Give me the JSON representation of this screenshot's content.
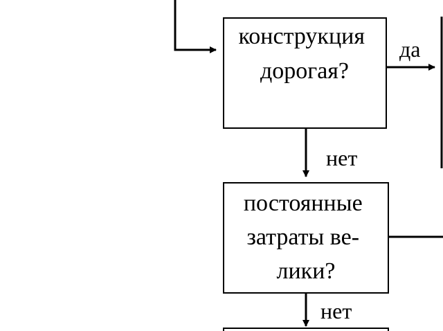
{
  "colors": {
    "line": "#000000",
    "background": "#ffffff"
  },
  "nodes": [
    {
      "id": "decision-expensive",
      "lines": [
        "конструкция",
        "дорогая?"
      ]
    },
    {
      "id": "decision-fixed-costs",
      "lines": [
        "постоянные",
        "затраты ве-",
        "лики?"
      ]
    }
  ],
  "edges": [
    {
      "id": "edge-yes",
      "label": "да"
    },
    {
      "id": "edge-no-1",
      "label": "нет"
    },
    {
      "id": "edge-no-2",
      "label": "нет"
    }
  ]
}
